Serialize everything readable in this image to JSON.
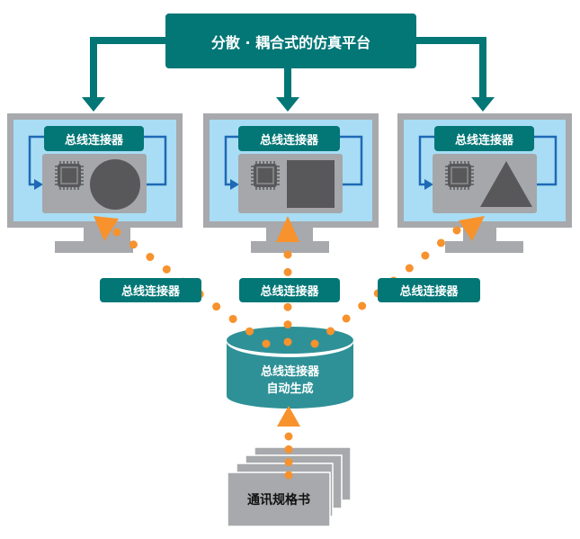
{
  "title": "分散 · 耦合式的仿真平台",
  "monitors": [
    {
      "connector_label": "总线连接器",
      "shape": "circle"
    },
    {
      "connector_label": "总线连接器",
      "shape": "square"
    },
    {
      "connector_label": "总线连接器",
      "shape": "triangle"
    }
  ],
  "link_labels": [
    "总线连接器",
    "总线连接器",
    "总线连接器"
  ],
  "generator": {
    "line1": "总线连接器",
    "line2": "自动生成"
  },
  "spec_document": "通讯规格书",
  "colors": {
    "teal": "#037676",
    "cylinder": "#2e9197",
    "orange": "#f7922d",
    "screen": "#a8ddf5",
    "frame": "#a7a9ac",
    "panel": "#a5a7aa",
    "shape": "#58585a",
    "loop_blue": "#1f69b5"
  }
}
